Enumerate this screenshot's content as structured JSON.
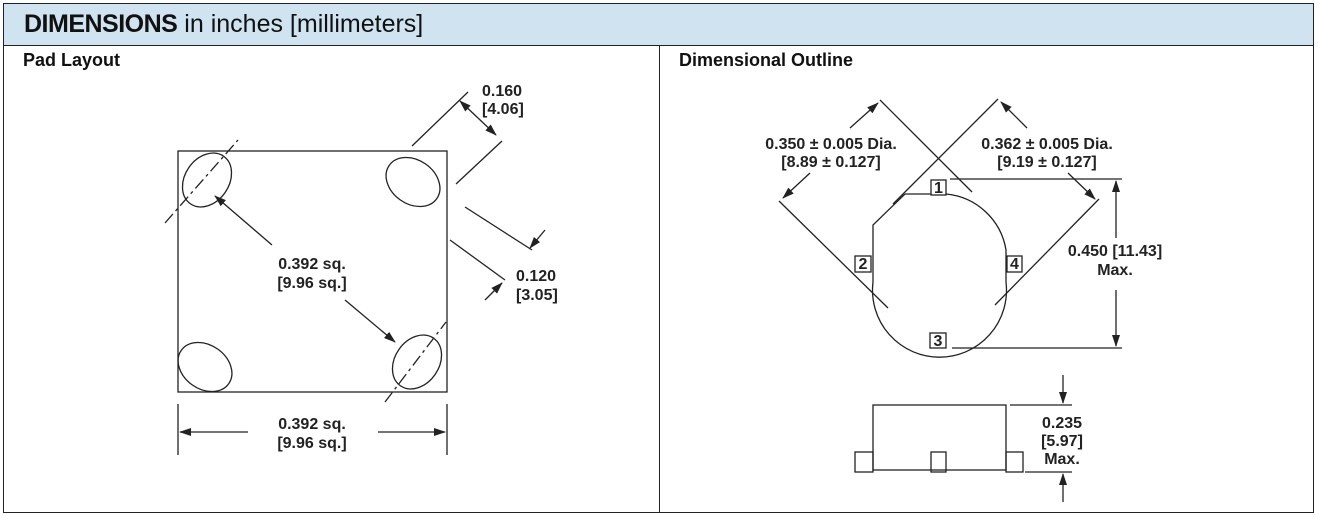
{
  "header": {
    "title_bold": "DIMENSIONS",
    "title_rest": " in inches [millimeters]"
  },
  "pad_layout": {
    "title": "Pad Layout",
    "diag_dim": [
      "0.392 sq.",
      "[9.96 sq.]"
    ],
    "width_dim": [
      "0.392 sq.",
      "[9.96 sq.]"
    ],
    "pad_dim_a": [
      "0.160",
      "[4.06]"
    ],
    "pad_dim_b": [
      "0.120",
      "[3.05]"
    ]
  },
  "outline": {
    "title": "Dimensional Outline",
    "dia_left": [
      "0.350 ± 0.005 Dia.",
      "[8.89 ± 0.127]"
    ],
    "dia_right": [
      "0.362 ± 0.005 Dia.",
      "[9.19 ± 0.127]"
    ],
    "height": [
      "0.450  [11.43]",
      "Max."
    ],
    "side_height": [
      "0.235",
      "[5.97]",
      "Max."
    ],
    "pins": [
      "1",
      "2",
      "3",
      "4"
    ]
  }
}
